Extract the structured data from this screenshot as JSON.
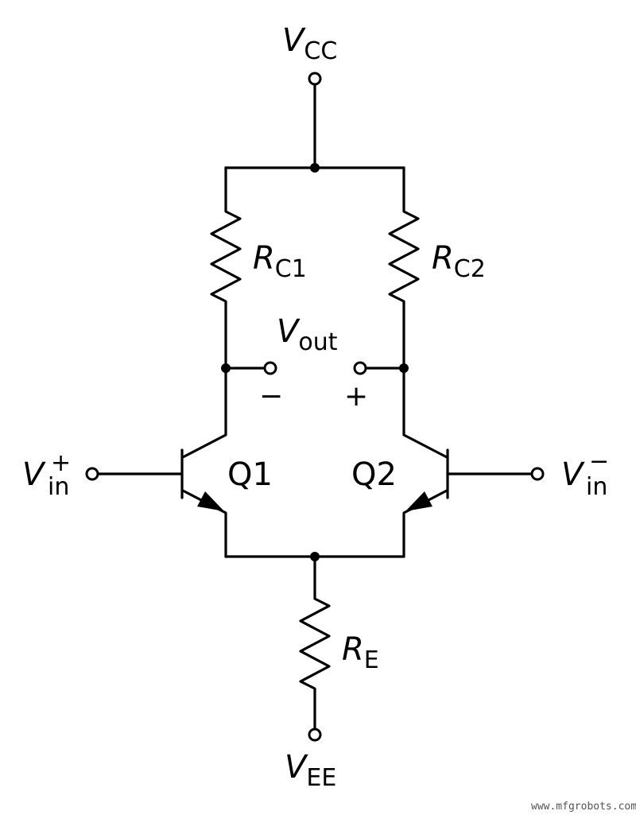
{
  "labels": {
    "vcc": {
      "main": "V",
      "sub": "CC"
    },
    "vee": {
      "main": "V",
      "sub": "EE"
    },
    "rc1": {
      "main": "R",
      "sub": "C1"
    },
    "rc2": {
      "main": "R",
      "sub": "C2"
    },
    "re": {
      "main": "R",
      "sub": "E"
    },
    "vout": {
      "main": "V",
      "sub": "out"
    },
    "vin_plus": {
      "main": "V",
      "sub": "in",
      "sup": "+"
    },
    "vin_minus": {
      "main": "V",
      "sub": "in",
      "sup": "−"
    },
    "q1": "Q1",
    "q2": "Q2",
    "out_minus": "−",
    "out_plus": "+"
  },
  "watermark": "www.mfgrobots.com"
}
